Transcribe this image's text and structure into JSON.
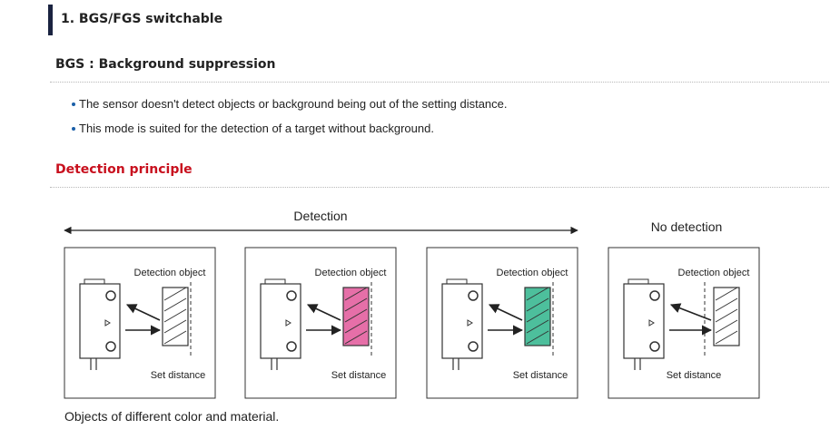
{
  "section": {
    "title": "1. BGS/FGS switchable"
  },
  "bgs": {
    "heading": "BGS : Background suppression"
  },
  "bullets": [
    "The sensor doesn't detect objects or background being out of the setting distance.",
    "This mode is suited for the detection of a target without background."
  ],
  "principle": {
    "heading": "Detection principle"
  },
  "diagram": {
    "detection_label": "Detection",
    "no_detection_label": "No detection",
    "panels": [
      {
        "object_label": "Detection object",
        "distance_label": "Set distance",
        "object_color": "#ffffff"
      },
      {
        "object_label": "Detection object",
        "distance_label": "Set distance",
        "object_color": "#e66fa8"
      },
      {
        "object_label": "Detection object",
        "distance_label": "Set distance",
        "object_color": "#4dbf9c"
      },
      {
        "object_label": "Detection object",
        "distance_label": "Set distance",
        "object_color": "#ffffff"
      }
    ]
  },
  "caption": "Objects of different color and material.",
  "colors": {
    "accent_red": "#c8101e",
    "bar": "#1a2340",
    "bullet_dot": "#1a5fa8"
  }
}
